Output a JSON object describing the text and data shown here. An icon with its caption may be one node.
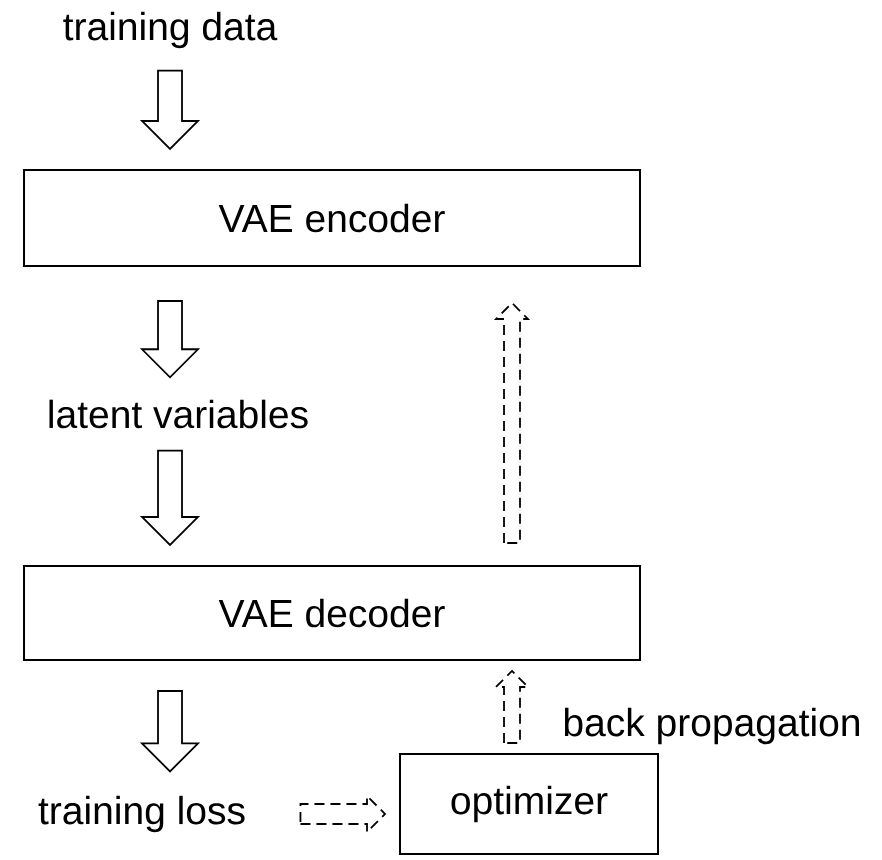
{
  "diagram": {
    "nodes": [
      {
        "text": [
          "training data"
        ]
      },
      {
        "text": [
          "VAE encoder"
        ]
      },
      {
        "text": [
          "latent variables"
        ]
      },
      {
        "text": [
          "VAE decoder"
        ]
      },
      {
        "text": [
          "training loss"
        ]
      },
      {
        "text": [
          "optimizer"
        ]
      }
    ],
    "edges": [
      {
        "from": 0,
        "to": 1,
        "arrow": "to"
      },
      {
        "from": 1,
        "to": 2,
        "arrow": "to"
      },
      {
        "from": 2,
        "to": 3,
        "arrow": "to"
      },
      {
        "from": 3,
        "to": 4,
        "arrow": "to"
      },
      {
        "from": 4,
        "to": 5,
        "arrow": "to",
        "style": "dashed"
      },
      {
        "from": 5,
        "to": 3,
        "arrow": "to",
        "style": "dashed",
        "label": "back propagation"
      },
      {
        "from": 3,
        "to": 1,
        "arrow": "to",
        "style": "dashed"
      }
    ]
  }
}
